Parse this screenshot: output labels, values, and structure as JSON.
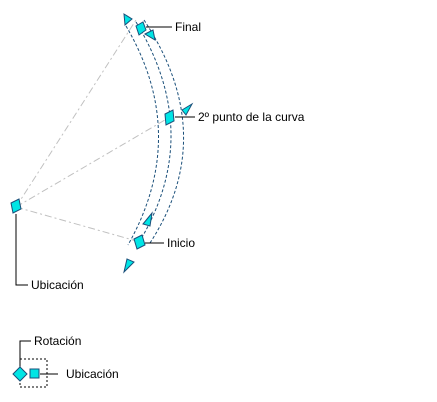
{
  "labels": {
    "final": "Final",
    "second_point": "2º punto de la curva",
    "start": "Inicio",
    "location": "Ubicación"
  },
  "legend": {
    "rotation": "Rotación",
    "location": "Ubicación"
  },
  "colors": {
    "grip_fill": "#00e5e5",
    "grip_stroke": "#1a4f7a",
    "curve_stroke": "#1a4f7a",
    "construction_line": "#c0c0c0",
    "leader_line": "#000000",
    "legend_box": "#000000"
  }
}
